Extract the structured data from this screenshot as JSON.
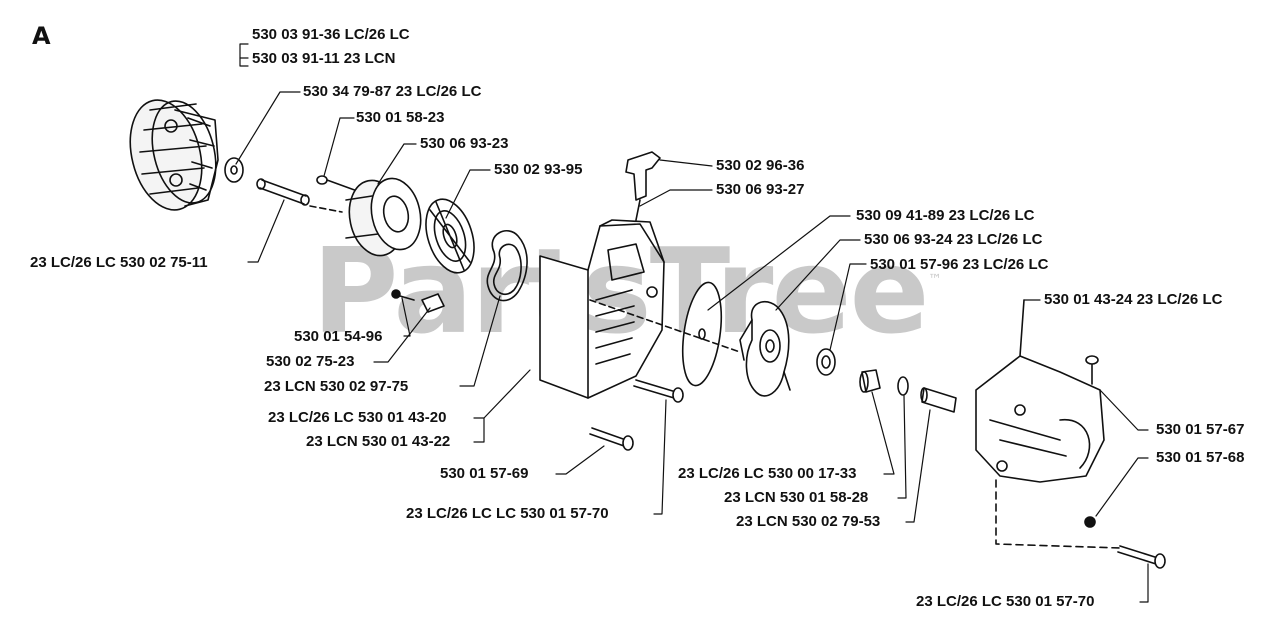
{
  "panel_label": "A",
  "watermark": {
    "text": "PartsTree",
    "mark": "™"
  },
  "callouts": [
    "530 03 91-36 LC/26 LC",
    "530 03 91-11 23 LCN",
    "530 34 79-87 23 LC/26 LC",
    "530 01 58-23",
    "530 06 93-23",
    "530 02 93-95",
    "23 LC/26 LC 530 02 75-11",
    "530 02 96-36",
    "530 06 93-27",
    "530 09 41-89 23 LC/26 LC",
    "530 06 93-24 23 LC/26 LC",
    "530 01 57-96 23 LC/26 LC",
    "530 01 43-24 23 LC/26 LC",
    "530 01 54-96",
    "530 02 75-23",
    "23 LCN 530 02 97-75",
    "23 LC/26 LC 530 01 43-20",
    "23 LCN 530 01 43-22",
    "530 01 57-69",
    "23 LC/26 LC LC 530 01 57-70",
    "23 LC/26 LC 530 00 17-33",
    "23 LCN 530 01 58-28",
    "23 LCN 530 02 79-53",
    "530 01 57-67",
    "530 01 57-68",
    "23 LC/26 LC 530 01 57-70"
  ]
}
